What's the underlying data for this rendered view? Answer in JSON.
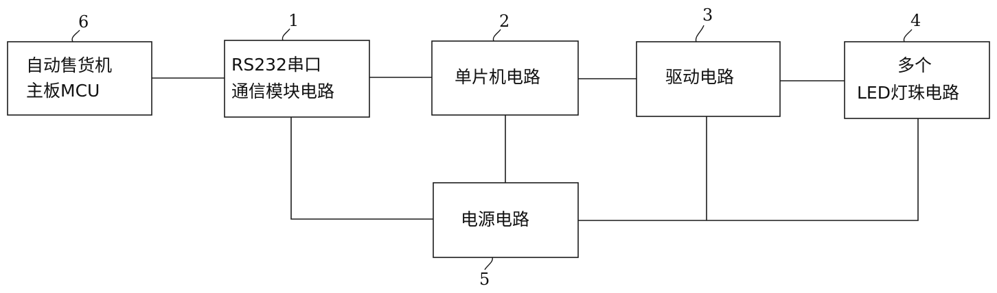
{
  "blocks": {
    "vending_mcu": {
      "number": "6",
      "lines": [
        "自动售货机",
        "主板MCU"
      ]
    },
    "rs232_module": {
      "number": "1",
      "lines": [
        "RS232串口",
        "通信模块电路"
      ]
    },
    "mcu_circuit": {
      "number": "2",
      "lines": [
        "单片机电路"
      ]
    },
    "driver_circuit": {
      "number": "3",
      "lines": [
        "驱动电路"
      ]
    },
    "led_circuit": {
      "number": "4",
      "lines": [
        "多个",
        "LED灯珠电路"
      ]
    },
    "power_circuit": {
      "number": "5",
      "lines": [
        "电源电路"
      ]
    }
  },
  "connections": [
    [
      "vending_mcu",
      "rs232_module"
    ],
    [
      "rs232_module",
      "mcu_circuit"
    ],
    [
      "mcu_circuit",
      "driver_circuit"
    ],
    [
      "driver_circuit",
      "led_circuit"
    ],
    [
      "mcu_circuit",
      "power_circuit"
    ],
    [
      "rs232_module",
      "power_circuit"
    ],
    [
      "driver_circuit",
      "power_circuit"
    ],
    [
      "led_circuit",
      "power_circuit"
    ]
  ]
}
